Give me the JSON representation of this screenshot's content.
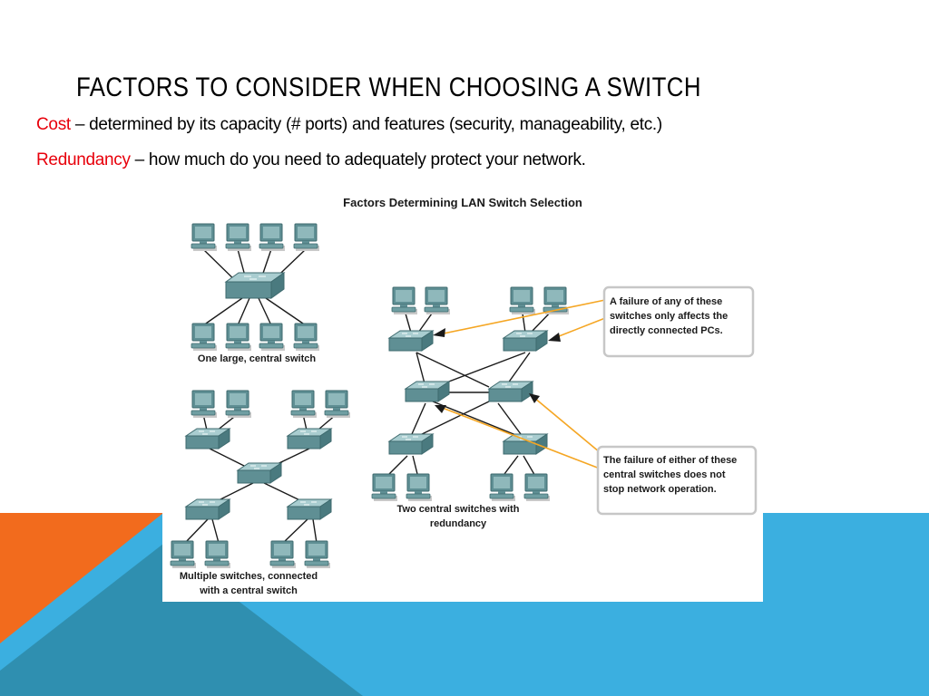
{
  "slide": {
    "title": "FACTORS TO CONSIDER WHEN CHOOSING A SWITCH",
    "bullets": [
      {
        "term": "Cost",
        "text": " – determined by its capacity (# ports) and features (security, manageability, etc.)"
      },
      {
        "term": "Redundancy",
        "text": " – how much do you need to adequately protect your network."
      }
    ]
  },
  "colors": {
    "orange": "#f26b1d",
    "blue": "#3bafe0",
    "teal": "#2f8fb0",
    "accent_text": "#e8000b",
    "callout_arrow": "#f5a623"
  },
  "figure": {
    "title": "Factors Determining LAN Switch Selection",
    "topology_labels": {
      "central": "One large, central switch",
      "multiple_line1": "Multiple switches, connected",
      "multiple_line2": "with a central switch",
      "redundant_line1": "Two central switches with",
      "redundant_line2": "redundancy"
    },
    "callouts": [
      {
        "lines": [
          "A failure of any of these",
          "switches only affects the",
          "directly connected PCs."
        ]
      },
      {
        "lines": [
          "The failure of either of these",
          "central switches does not",
          "stop network operation."
        ]
      }
    ]
  }
}
